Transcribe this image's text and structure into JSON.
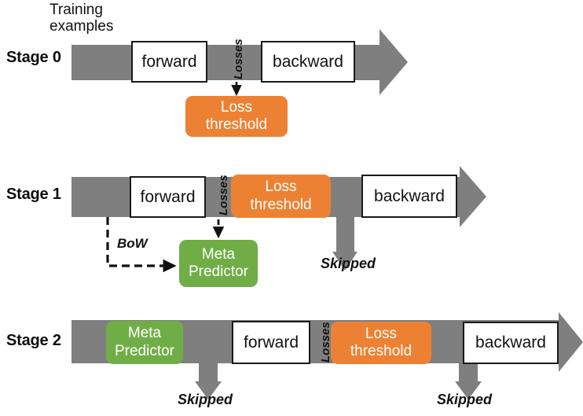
{
  "diagram": {
    "title_caption": "Training\nexamples",
    "colors": {
      "bar_gray": "#7F7F7F",
      "orange": "#ED8133",
      "green": "#70AD47",
      "box_white": "#FFFFFF",
      "outline": "#1A1A1A",
      "text_dark": "#111111"
    },
    "labels": {
      "forward": "forward",
      "backward": "backward",
      "losses": "Losses",
      "loss_threshold_line1": "Loss",
      "loss_threshold_line2": "threshold",
      "meta_line1": "Meta",
      "meta_line2": "Predictor",
      "skipped": "Skipped",
      "bow": "BoW"
    },
    "stages": [
      {
        "id": "stage-0",
        "label": "Stage 0",
        "pipeline": [
          "forward",
          "Losses",
          "backward"
        ],
        "decision_box": "Loss threshold",
        "skips": []
      },
      {
        "id": "stage-1",
        "label": "Stage 1",
        "pipeline": [
          "forward",
          "Losses",
          "Loss threshold",
          "backward"
        ],
        "decision_box": "Meta Predictor",
        "skips": [
          "Skipped"
        ],
        "dashed_edges": [
          "BoW"
        ]
      },
      {
        "id": "stage-2",
        "label": "Stage 2",
        "pipeline": [
          "Meta Predictor",
          "forward",
          "Losses",
          "Loss threshold",
          "backward"
        ],
        "skips": [
          "Skipped",
          "Skipped"
        ]
      }
    ]
  }
}
